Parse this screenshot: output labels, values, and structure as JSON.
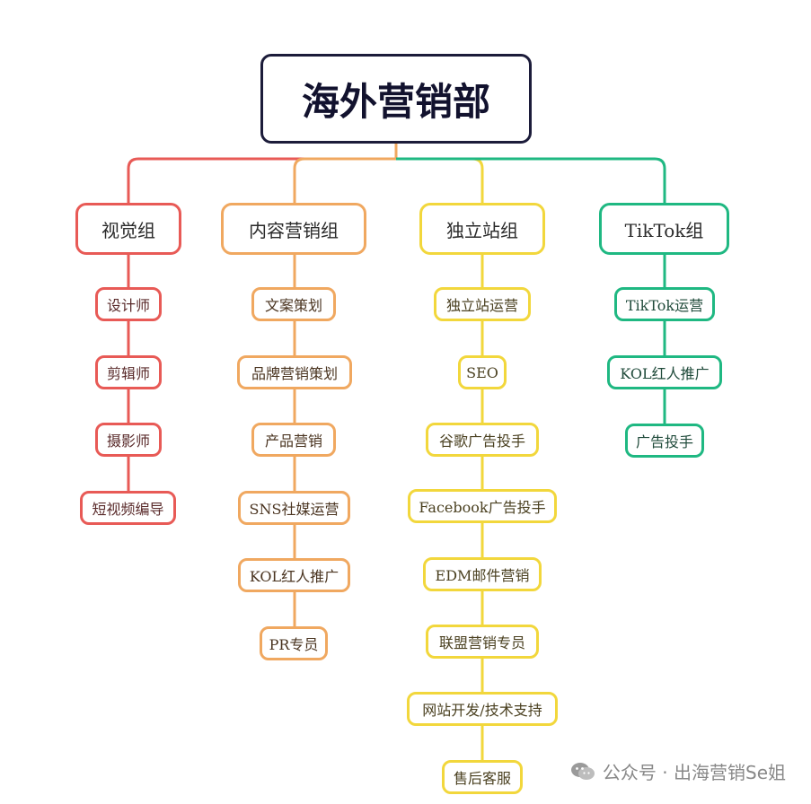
{
  "root": {
    "label": "海外营销部"
  },
  "groups": [
    {
      "label": "视觉组",
      "color": "#e85a56",
      "items": [
        "设计师",
        "剪辑师",
        "摄影师",
        "短视频编导"
      ]
    },
    {
      "label": "内容营销组",
      "color": "#f0a860",
      "items": [
        "文案策划",
        "品牌营销策划",
        "产品营销",
        "SNS社媒运营",
        "KOL红人推广",
        "PR专员"
      ]
    },
    {
      "label": "独立站组",
      "color": "#f2d73c",
      "items": [
        "独立站运营",
        "SEO",
        "谷歌广告投手",
        "Facebook广告投手",
        "EDM邮件营销",
        "联盟营销专员",
        "网站开发/技术支持",
        "售后客服"
      ]
    },
    {
      "label": "TikTok组",
      "color": "#1fb882",
      "items": [
        "TikTok运营",
        "KOL红人推广",
        "广告投手"
      ]
    }
  ],
  "watermark": {
    "text": "公众号 · 出海营销Se姐",
    "icon": "wechat-icon"
  }
}
